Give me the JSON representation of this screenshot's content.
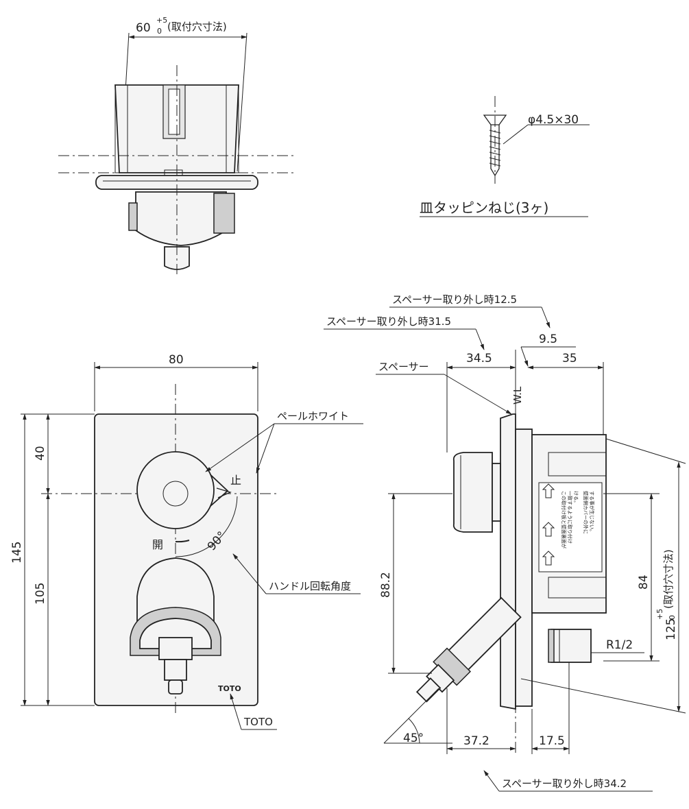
{
  "top_view": {
    "mount_hole_dim": "60",
    "mount_hole_tol_plus": "+5",
    "mount_hole_tol_minus": "0",
    "mount_hole_note": "(取付穴寸法)"
  },
  "screw": {
    "spec": "φ4.5×30",
    "name": "皿タッピンねじ(3ヶ)"
  },
  "front_view": {
    "width": "80",
    "height": "145",
    "upper": "40",
    "lower": "105",
    "pale_white": "ペールホワイト",
    "stop_mark": "止",
    "open_mark": "開",
    "angle": "90°",
    "handle_angle": "ハンドル回転角度",
    "logo": "TOTO",
    "logo_label": "TOTO"
  },
  "side_view": {
    "spacer_removed_12_5": "スペーサー取り外し時12.5",
    "spacer_removed_31_5": "スペーサー取り外し時31.5",
    "dim_9_5": "9.5",
    "dim_34_5": "34.5",
    "dim_35": "35",
    "spacer": "スペーサー",
    "wl": "W.L",
    "dim_88_2": "88.2",
    "dim_84": "84",
    "hole_125": "125",
    "hole_tol_plus": "+5",
    "hole_tol_minus": "0",
    "hole_note": "(取付穴寸法)",
    "r_half": "R1/2",
    "angle_45": "45°",
    "dim_37_2": "37.2",
    "dim_17_5": "17.5",
    "spacer_removed_34_2": "スペーサー取り外し時34.2",
    "caution_text": [
      "この取付け板と壁面裏面が",
      "一致するように取り付け",
      "ける。",
      "壁面側カバーの外に",
      "する事が生じない。"
    ]
  }
}
